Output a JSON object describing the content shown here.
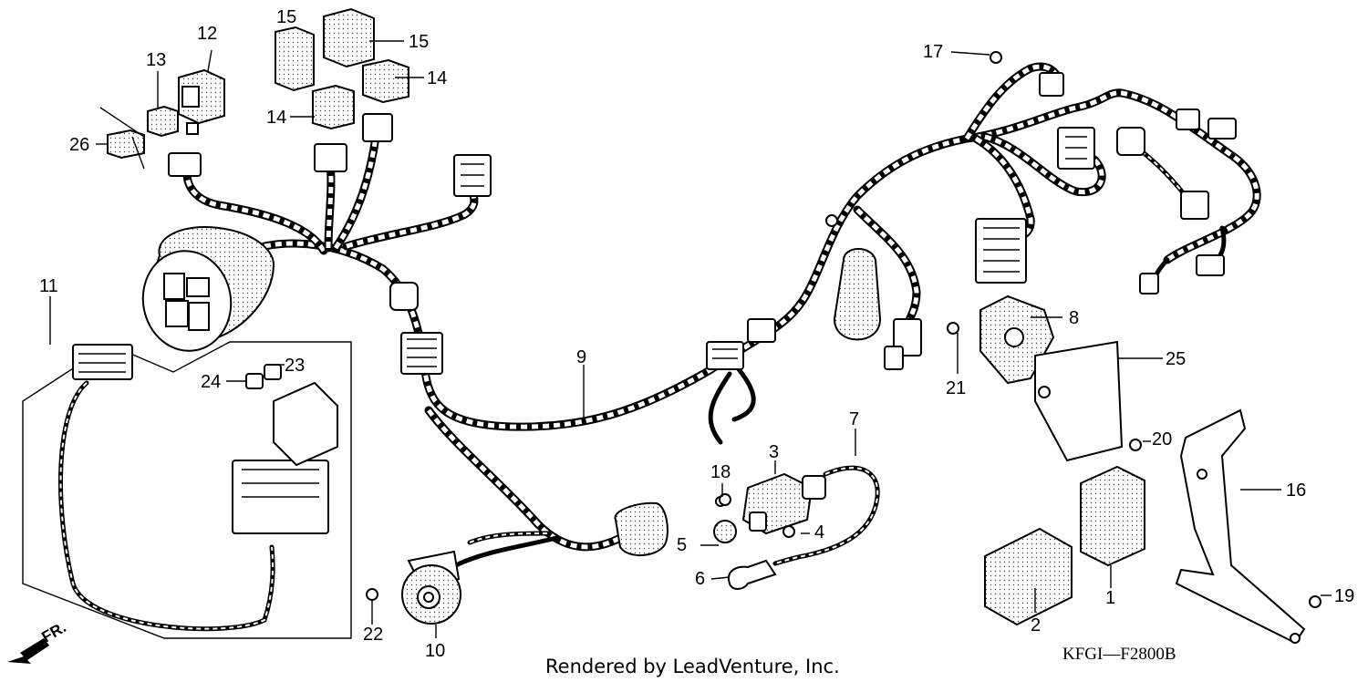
{
  "callouts": [
    {
      "id": "1",
      "label": "1"
    },
    {
      "id": "2",
      "label": "2"
    },
    {
      "id": "3",
      "label": "3"
    },
    {
      "id": "4",
      "label": "4"
    },
    {
      "id": "5",
      "label": "5"
    },
    {
      "id": "6",
      "label": "6"
    },
    {
      "id": "7",
      "label": "7"
    },
    {
      "id": "8",
      "label": "8"
    },
    {
      "id": "9",
      "label": "9"
    },
    {
      "id": "10",
      "label": "10"
    },
    {
      "id": "11",
      "label": "11"
    },
    {
      "id": "12",
      "label": "12"
    },
    {
      "id": "13",
      "label": "13"
    },
    {
      "id": "14a",
      "label": "14"
    },
    {
      "id": "14b",
      "label": "14"
    },
    {
      "id": "15a",
      "label": "15"
    },
    {
      "id": "15b",
      "label": "15"
    },
    {
      "id": "16",
      "label": "16"
    },
    {
      "id": "17",
      "label": "17"
    },
    {
      "id": "18",
      "label": "18"
    },
    {
      "id": "19",
      "label": "19"
    },
    {
      "id": "20",
      "label": "20"
    },
    {
      "id": "21",
      "label": "21"
    },
    {
      "id": "22",
      "label": "22"
    },
    {
      "id": "23",
      "label": "23"
    },
    {
      "id": "24",
      "label": "24"
    },
    {
      "id": "25",
      "label": "25"
    },
    {
      "id": "26",
      "label": "26"
    }
  ],
  "footer": {
    "credit": "Rendered by LeadVenture, Inc."
  },
  "diagram_code": "KFGI—F2800B",
  "direction_label": "FR."
}
